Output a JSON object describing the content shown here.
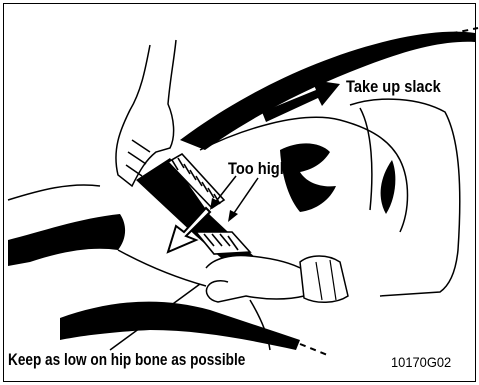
{
  "labels": {
    "take_up_slack": "Take up slack",
    "too_high": "Too high",
    "keep_low": "Keep as low on hip bone as possible",
    "figure_code": "10170G02"
  },
  "colors": {
    "ink": "#000000",
    "paper": "#ffffff"
  },
  "icons": {
    "slack_arrow": "arrow-right-icon",
    "belt_arrow": "arrow-down-left-icon"
  }
}
